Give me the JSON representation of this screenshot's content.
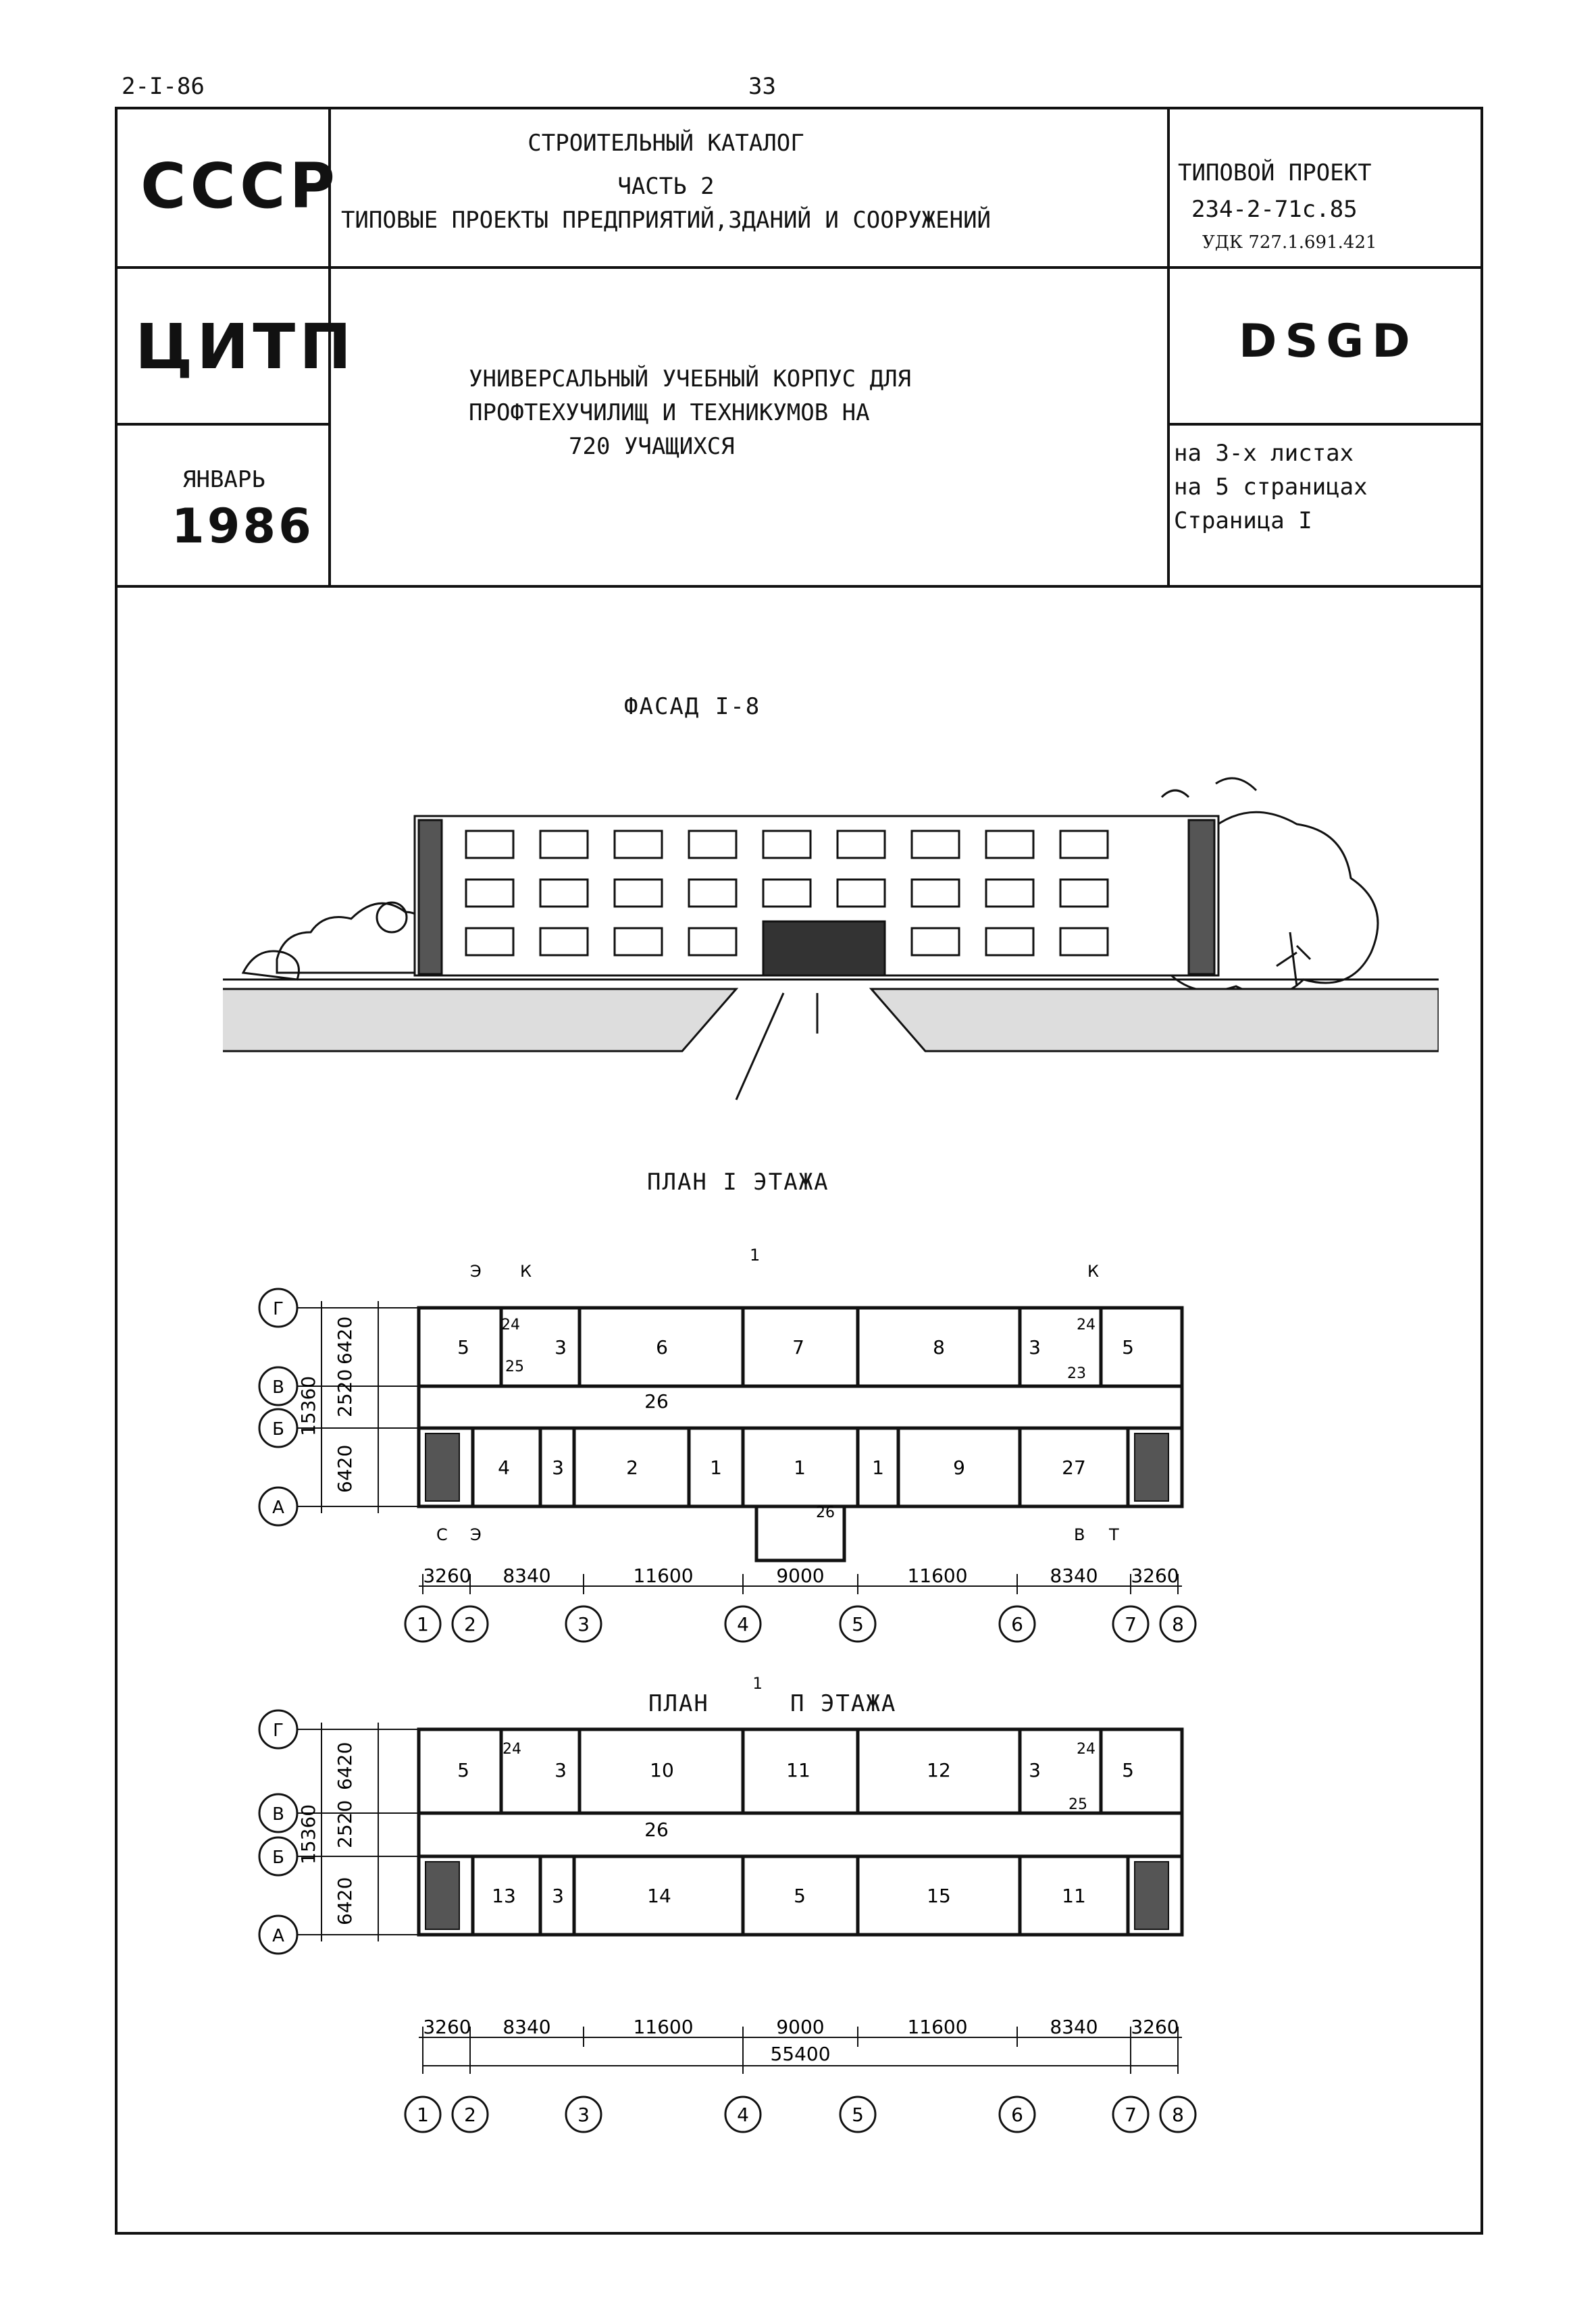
{
  "header": {
    "code": "2-I-86",
    "page_number": "33"
  },
  "left_column": {
    "country": "СССР",
    "org": "ЦИТП",
    "month": "ЯНВАРЬ",
    "year": "1986"
  },
  "catalog": {
    "line1": "СТРОИТЕЛЬНЫЙ КАТАЛОГ",
    "line2": "ЧАСТЬ 2",
    "line3": "ТИПОВЫЕ ПРОЕКТЫ ПРЕДПРИЯТИЙ,ЗДАНИЙ И СООРУЖЕНИЙ"
  },
  "project": {
    "label": "ТИПОВОЙ ПРОЕКТ",
    "number": "234-2-71с.85",
    "udk": "УДК 727.1.691.421",
    "code": "DSGD"
  },
  "building_title": {
    "line1": "УНИВЕРСАЛЬНЫЙ УЧЕБНЫЙ КОРПУС ДЛЯ",
    "line2": "ПРОФТЕХУЧИЛИЩ И ТЕХНИКУМОВ НА",
    "line3": "720 УЧАЩИХСЯ"
  },
  "sheets": {
    "line1": "на 3-х листах",
    "line2": "на 5 страницах",
    "line3": "Страница I"
  },
  "facade": {
    "caption": "ФАСАД I-8"
  },
  "plan1": {
    "caption": "ПЛАН I ЭТАЖА",
    "rows": [
      "Г",
      "В",
      "Б",
      "А"
    ],
    "row_dims": [
      "6420",
      "2520",
      "6420"
    ],
    "total_width_dim": "15360",
    "rooms_top": [
      "5",
      "3",
      "6",
      "7",
      "8",
      "3",
      "5"
    ],
    "rooms_bottom": [
      "4",
      "3",
      "2",
      "1",
      "1",
      "1",
      "9",
      "27"
    ],
    "corridor": "26",
    "stair_tags": [
      "24",
      "25",
      "24",
      "23"
    ],
    "entrance_tag": "26",
    "markers": [
      "Э",
      "К",
      "К",
      "С",
      "Э",
      "В",
      "Т"
    ],
    "section_mark": "1",
    "span_dims": [
      "3260",
      "8340",
      "11600",
      "9000",
      "11600",
      "8340",
      "3260"
    ],
    "axes": [
      "1",
      "2",
      "3",
      "4",
      "5",
      "6",
      "7",
      "8"
    ]
  },
  "plan2": {
    "caption_left": "ПЛАН",
    "caption_right": "П ЭТАЖА",
    "section_mark": "1",
    "rows": [
      "Г",
      "В",
      "Б",
      "А"
    ],
    "row_dims": [
      "6420",
      "2520",
      "6420"
    ],
    "total_width_dim": "15360",
    "rooms_top": [
      "5",
      "3",
      "10",
      "11",
      "12",
      "3",
      "5"
    ],
    "rooms_bottom": [
      "13",
      "3",
      "14",
      "5",
      "15",
      "11"
    ],
    "corridor": "26",
    "stair_tags": [
      "24",
      "24",
      "25"
    ],
    "span_dims": [
      "3260",
      "8340",
      "11600",
      "9000",
      "11600",
      "8340",
      "3260"
    ],
    "overall_dim": "55400",
    "axes": [
      "1",
      "2",
      "3",
      "4",
      "5",
      "6",
      "7",
      "8"
    ]
  }
}
